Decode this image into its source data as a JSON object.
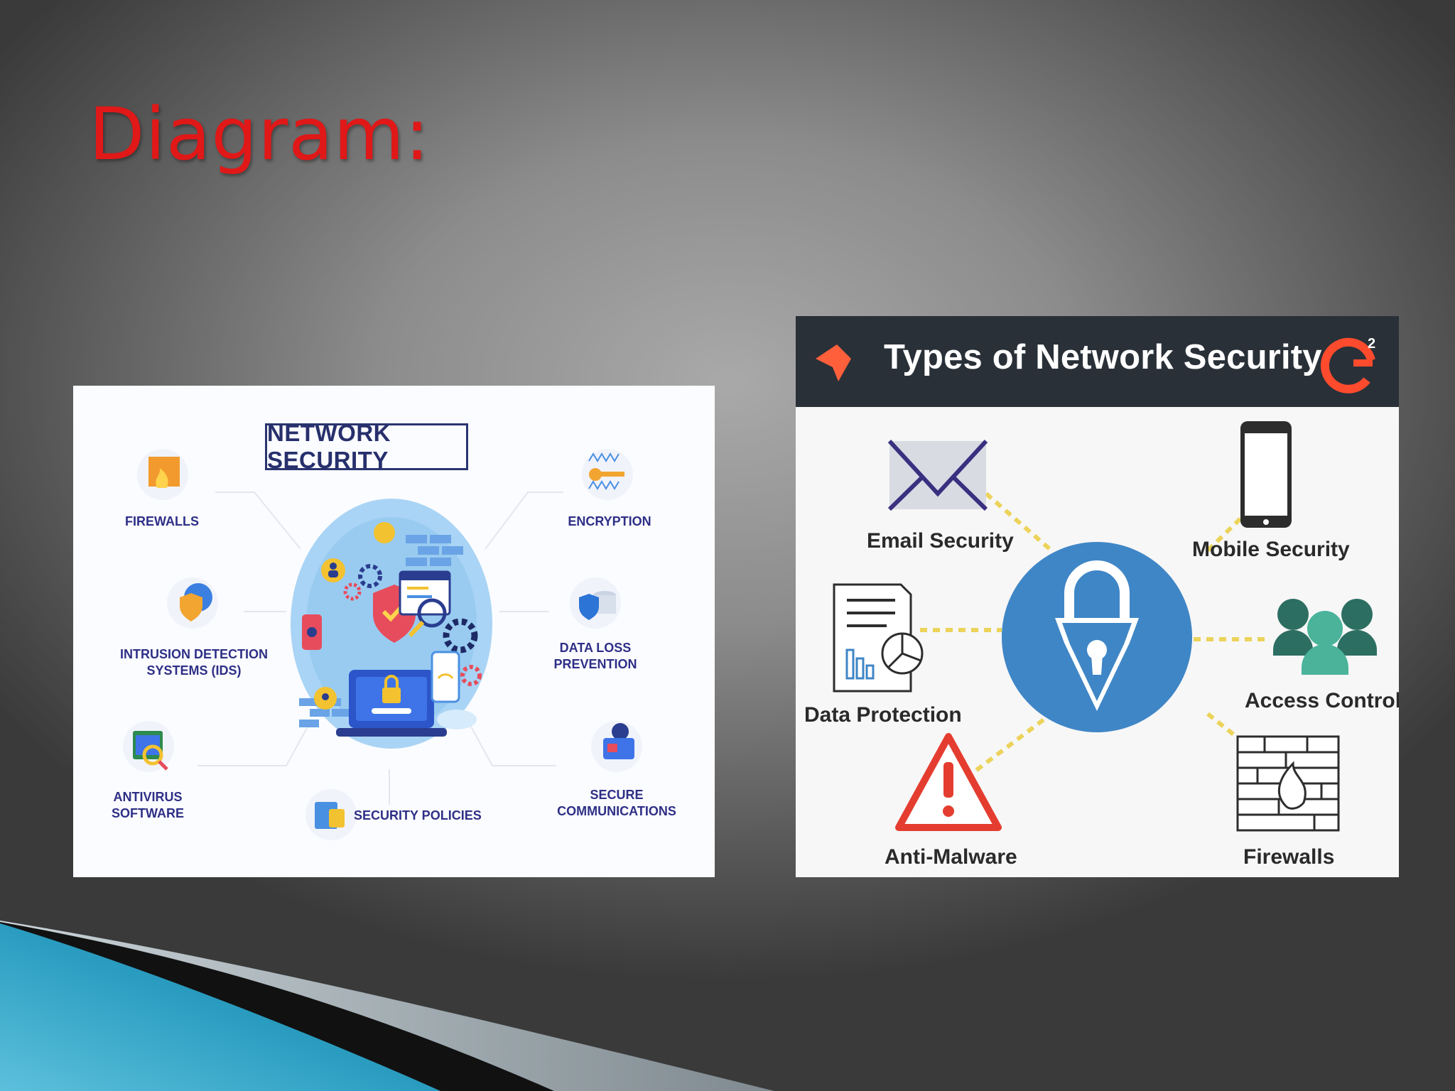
{
  "slide": {
    "title": "Diagram:"
  },
  "left_image": {
    "title": "NETWORK SECURITY",
    "labels": {
      "firewalls": "FIREWALLS",
      "ids": "INTRUSION DETECTION\nSYSTEMS (IDS)",
      "antivirus": "ANTIVIRUS\nSOFTWARE",
      "security_policies": "SECURITY POLICIES",
      "encryption": "ENCRYPTION",
      "dlp": "DATA LOSS\nPREVENTION",
      "secure_comms": "SECURE\nCOMMUNICATIONS"
    }
  },
  "right_image": {
    "title": "Types of Network Security",
    "badge": "2",
    "labels": {
      "email": "Email Security",
      "mobile": "Mobile Security",
      "data_protection": "Data Protection",
      "access_control": "Access Control",
      "anti_malware": "Anti-Malware",
      "firewalls": "Firewalls"
    }
  },
  "colors": {
    "title_red": "#e01818",
    "navy_text": "#2e2f86",
    "header_dark": "#293038",
    "lock_blue": "#3f86c6",
    "connector_yellow": "#ecd35a",
    "teal_accent": "#1f8fb5"
  }
}
